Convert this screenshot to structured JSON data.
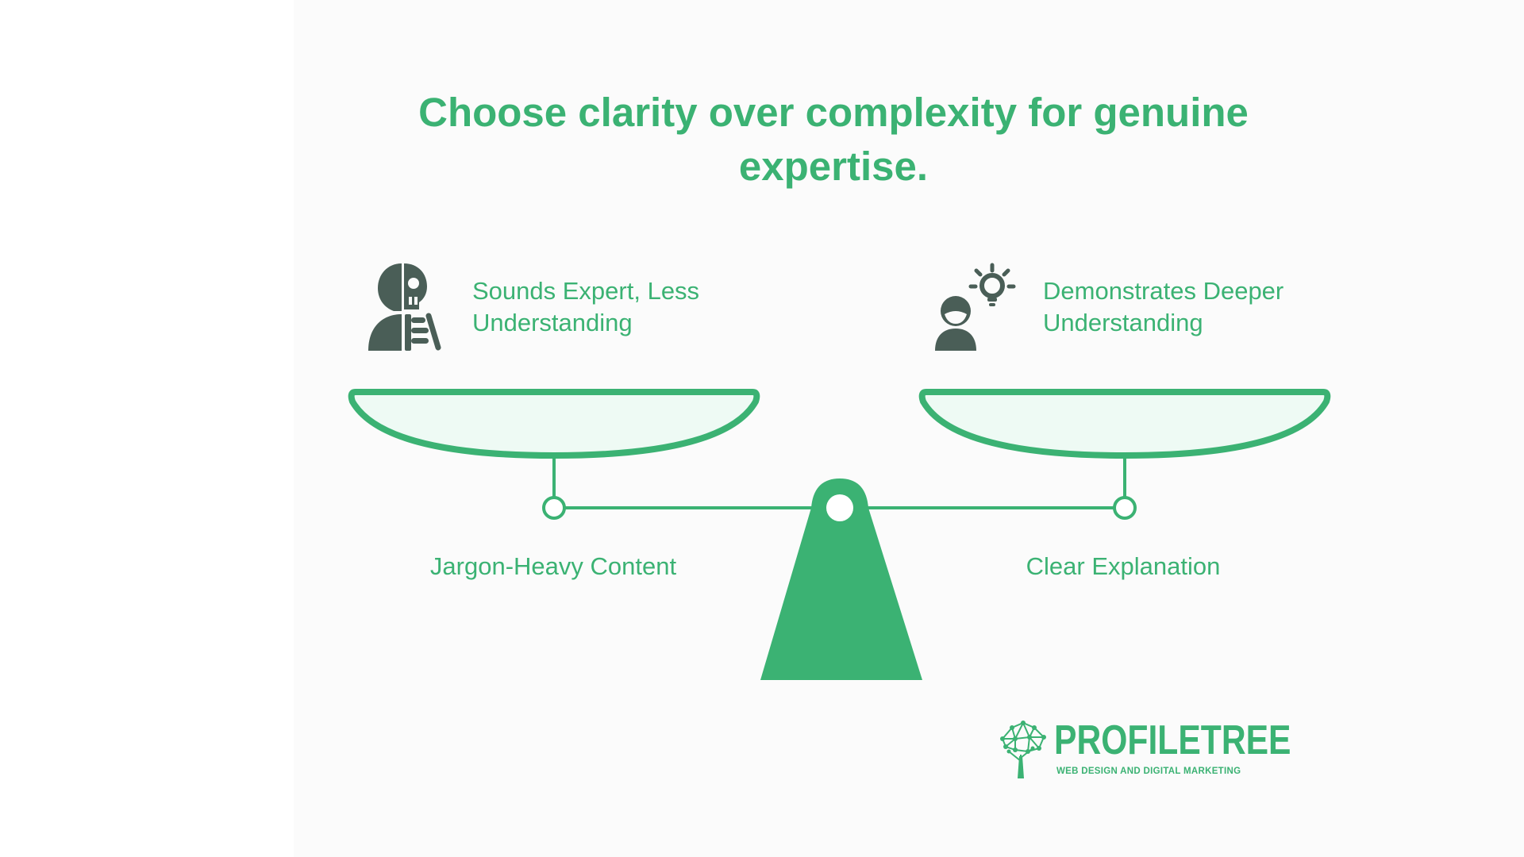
{
  "title": "Choose clarity over complexity for genuine expertise.",
  "left": {
    "heading": "Sounds Expert, Less Understanding",
    "icon": "skeleton-person-icon",
    "pan_label": "Jargon-Heavy Content"
  },
  "right": {
    "heading": "Demonstrates Deeper Understanding",
    "icon": "person-lightbulb-icon",
    "pan_label": "Clear Explanation"
  },
  "logo": {
    "wordmark": "PROFILETREE",
    "tagline": "WEB DESIGN AND DIGITAL MARKETING",
    "icon": "tree-network-icon"
  },
  "colors": {
    "accent": "#3bb273",
    "dark_icon": "#4a5e57",
    "pan_fill": "#eefaf4",
    "background": "#fbfbfb"
  }
}
